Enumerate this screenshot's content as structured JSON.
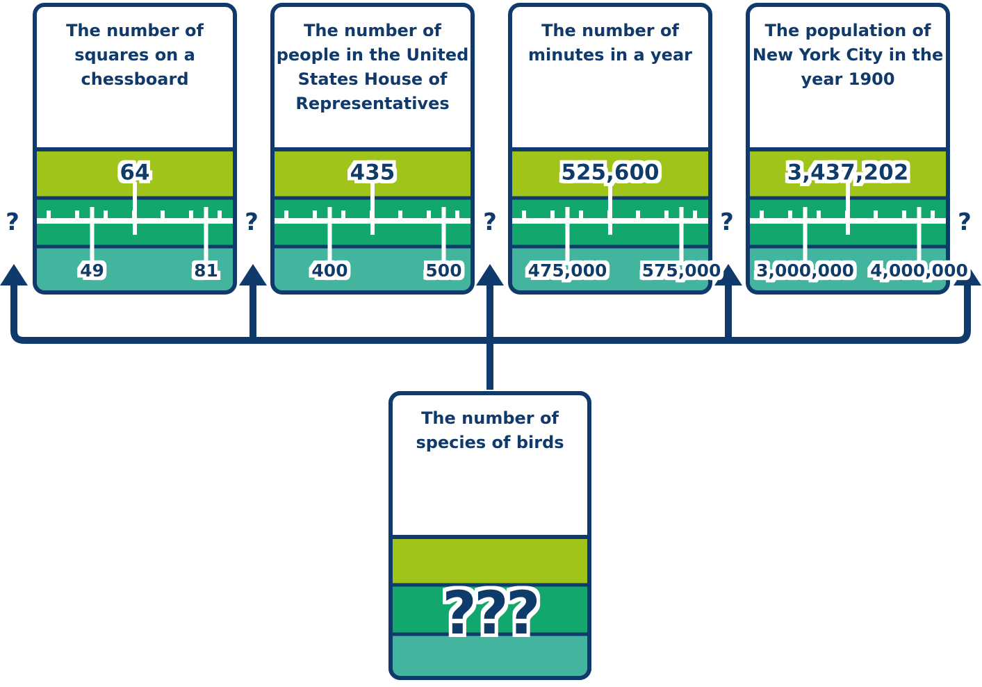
{
  "colors": {
    "navy": "#0f3a6b",
    "lime": "#a0c41a",
    "green": "#12a86d",
    "teal": "#43b59e",
    "white": "#ffffff"
  },
  "cards": [
    {
      "title_lines": [
        "The number of",
        "squares on a",
        "chessboard"
      ],
      "value": "64",
      "low": "49",
      "high": "81"
    },
    {
      "title_lines": [
        "The number of",
        "people in the United",
        "States House of",
        "Representatives"
      ],
      "value": "435",
      "low": "400",
      "high": "500"
    },
    {
      "title_lines": [
        "The number of",
        "minutes in a year"
      ],
      "value": "525,600",
      "low": "475,000",
      "high": "575,000"
    },
    {
      "title_lines": [
        "The population of",
        "New York City in the",
        "year 1900"
      ],
      "value": "3,437,202",
      "low": "3,000,000",
      "high": "4,000,000"
    }
  ],
  "gap_marker": "?",
  "target_card": {
    "title_lines": [
      "The number of",
      "species of birds"
    ],
    "unknown": "???"
  }
}
